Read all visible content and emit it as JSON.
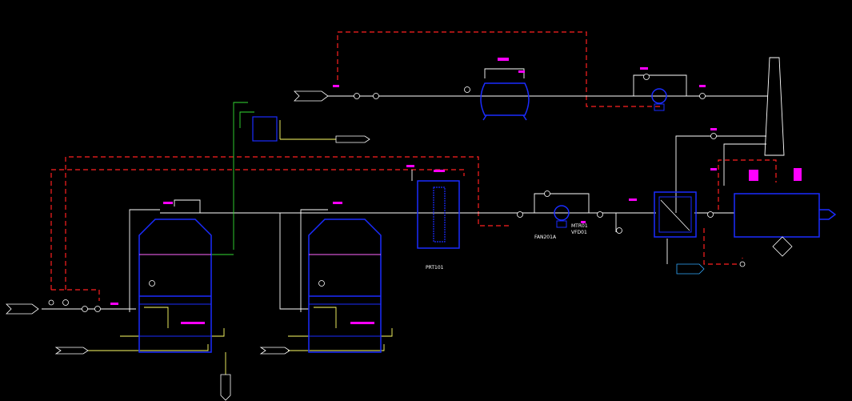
{
  "diagram": {
    "background": "#000000",
    "colors": {
      "process_line": "#ffffff",
      "equipment": "#1a2cff",
      "signal_line": "#ff2020",
      "instrument_tag": "#ff00ff",
      "reagent_line": "#ffff66",
      "water_line": "#33dd33"
    },
    "labels": {
      "filter": "PRT101",
      "fan_main": "FAN201A",
      "motor_tag": "MTR01",
      "drive_tag": "VFD01"
    }
  }
}
